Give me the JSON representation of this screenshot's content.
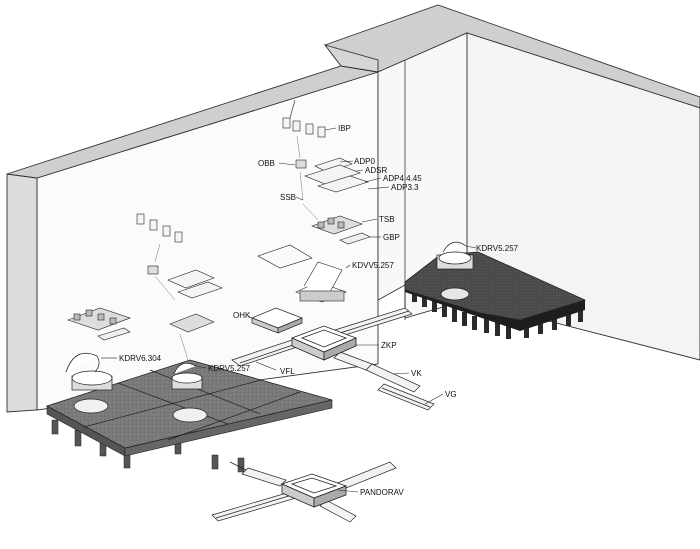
{
  "diagram": {
    "labels": {
      "ibp": "IBP",
      "adp0": "ADP0",
      "obb": "OBB",
      "adsr": "ADSR",
      "adp4": "ADP4.4.45",
      "ssb": "SSB",
      "adp3": "ADP3.3",
      "tsb": "TSB",
      "gbp": "GBP",
      "kdvv": "KDVV5.257",
      "kdrv_right": "KDRV5.257",
      "kdrv6": "KDRV6.304",
      "ohk": "OHK",
      "zkp": "ZKP",
      "kdrv_left": "KDRV5.257",
      "vfl": "VFL",
      "vk": "VK",
      "vg": "VG",
      "pandorav": "PANDORAV"
    }
  }
}
